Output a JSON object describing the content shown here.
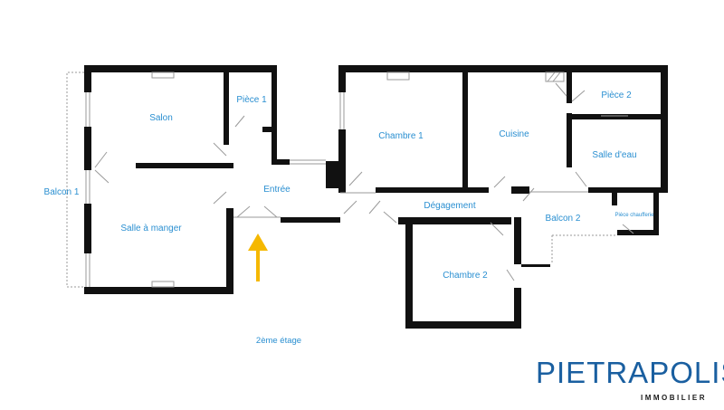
{
  "colors": {
    "wall": "#111111",
    "label": "#2a8fd1",
    "arrow": "#f5b800",
    "thin": "#9a9a9a",
    "brand": "#1a5fa0"
  },
  "rooms": {
    "salon": "Salon",
    "piece1": "Pièce 1",
    "chambre1": "Chambre 1",
    "cuisine": "Cuisine",
    "piece2": "Pièce 2",
    "salle_eau": "Salle d'eau",
    "balcon1": "Balcon 1",
    "entree": "Entrée",
    "degagement": "Dégagement",
    "salle_manger": "Salle à manger",
    "balcon2": "Balcon 2",
    "piece_chaufferie": "Pièce chaufferie",
    "chambre2": "Chambre 2"
  },
  "floor": "2ème étage",
  "brand": {
    "name": "PIETRAPOLIS",
    "tagline": "IMMOBILIER"
  },
  "icons": {
    "entry_arrow": "entrance-arrow-icon"
  }
}
